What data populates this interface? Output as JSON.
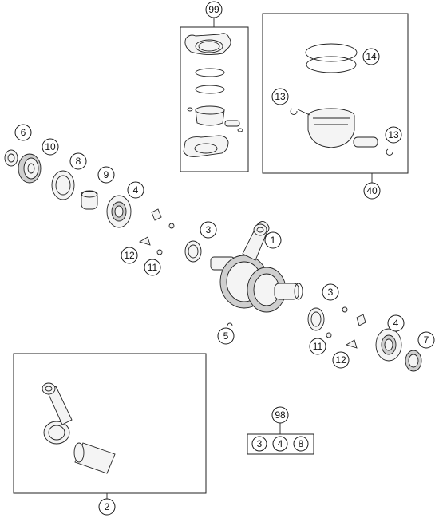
{
  "callouts": {
    "c99": "99",
    "c14": "14",
    "c13a": "13",
    "c13b": "13",
    "c40": "40",
    "c6": "6",
    "c10": "10",
    "c8": "8",
    "c9": "9",
    "c4a": "4",
    "c3a": "3",
    "c1": "1",
    "c12a": "12",
    "c11a": "11",
    "c3b": "3",
    "c5": "5",
    "c4b": "4",
    "c7": "7",
    "c11b": "11",
    "c12b": "12",
    "c98": "98",
    "c2": "2"
  },
  "kit98": [
    "3",
    "4",
    "8"
  ]
}
